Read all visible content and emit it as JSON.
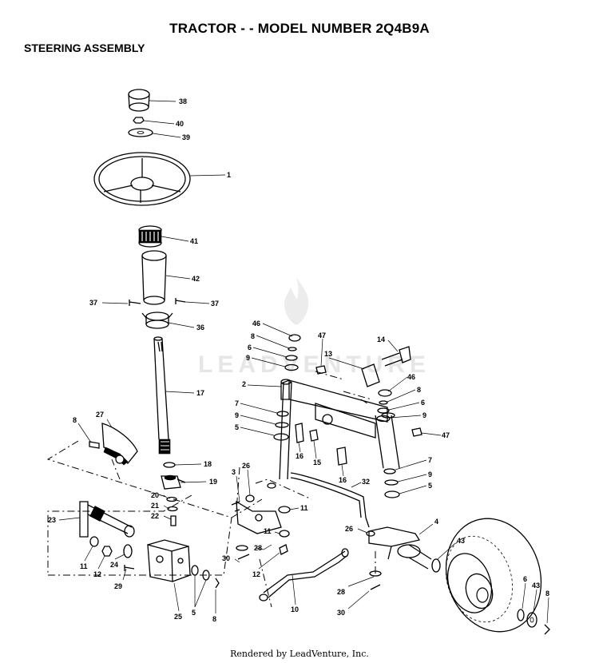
{
  "header": {
    "title": "TRACTOR - - MODEL NUMBER 2Q4B9A",
    "section": "STEERING ASSEMBLY"
  },
  "watermark": "LEADVENTURE",
  "footer": "Rendered by LeadVenture, Inc.",
  "callouts": {
    "c38": "38",
    "c40": "40",
    "c39": "39",
    "c1": "1",
    "c41": "41",
    "c42": "42",
    "c37a": "37",
    "c37b": "37",
    "c36": "36",
    "c17": "17",
    "c27": "27",
    "c8a": "8",
    "c18": "18",
    "c19": "19",
    "c20": "20",
    "c21": "21",
    "c22": "22",
    "c23": "23",
    "c11a": "11",
    "c12a": "12",
    "c24": "24",
    "c29": "29",
    "c25": "25",
    "c5a": "5",
    "c8b": "8",
    "c46a": "46",
    "c8c": "8",
    "c6a": "6",
    "c9a": "9",
    "c47a": "47",
    "c14": "14",
    "c13": "13",
    "c2": "2",
    "c7a": "7",
    "c9b": "9",
    "c5b": "5",
    "c16a": "16",
    "c15": "15",
    "c16b": "16",
    "c46b": "46",
    "c8d": "8",
    "c6b": "6",
    "c9c": "9",
    "c47b": "47",
    "c7b": "7",
    "c9d": "9",
    "c5c": "5",
    "c32": "32",
    "c3": "3",
    "c26a": "26",
    "c11b": "11",
    "c11c": "11",
    "c28a": "28",
    "c30a": "30",
    "c12b": "12",
    "c26b": "26",
    "c4": "4",
    "c43a": "43",
    "c10": "10",
    "c28b": "28",
    "c30b": "30",
    "c6c": "6",
    "c43b": "43",
    "c8e": "8"
  }
}
